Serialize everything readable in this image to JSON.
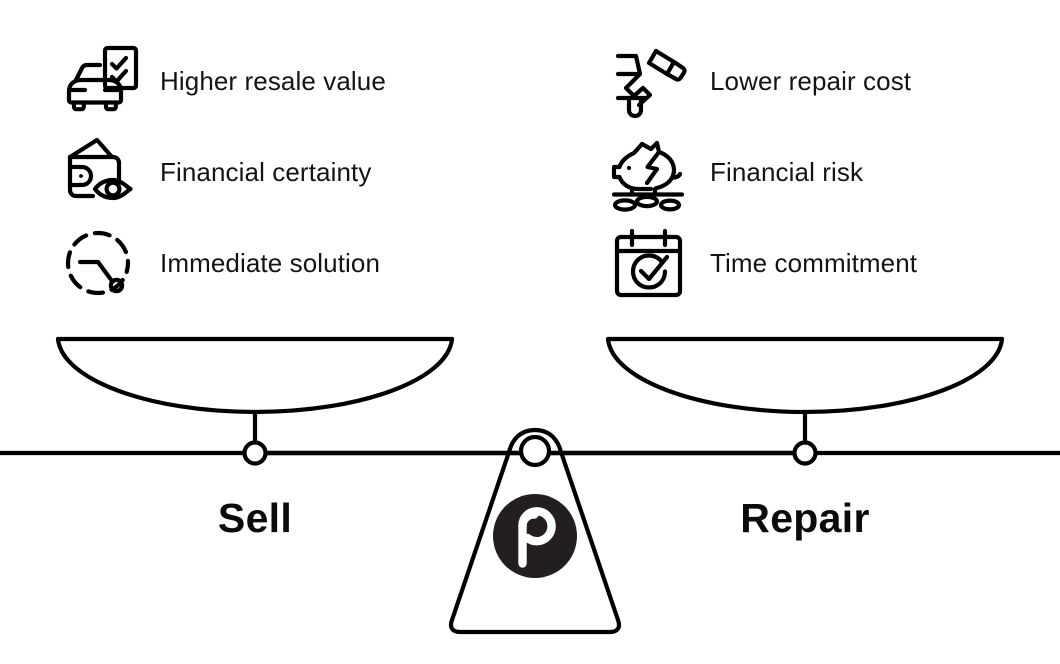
{
  "figure": {
    "kind": "balance-scale-comparison",
    "background_color": "#ffffff",
    "stroke_color": "#000000",
    "logo_circle_color": "#231f20",
    "logo_mark_color": "#ffffff"
  },
  "sell_side": {
    "title": "Sell",
    "benefits": [
      {
        "label": "Higher resale value",
        "icon": "car-checklist-icon"
      },
      {
        "label": "Financial certainty",
        "icon": "wallet-eye-icon"
      },
      {
        "label": "Immediate solution",
        "icon": "dashed-clock-icon"
      }
    ]
  },
  "repair_side": {
    "title": "Repair",
    "benefits": [
      {
        "label": "Lower repair cost",
        "icon": "wrench-hammer-icon"
      },
      {
        "label": "Financial risk",
        "icon": "broken-piggy-bank-icon"
      },
      {
        "label": "Time commitment",
        "icon": "calendar-check-icon"
      }
    ]
  },
  "fulcrum": {
    "logo_letter": "p",
    "logo_name": "peddle-p-logo"
  }
}
